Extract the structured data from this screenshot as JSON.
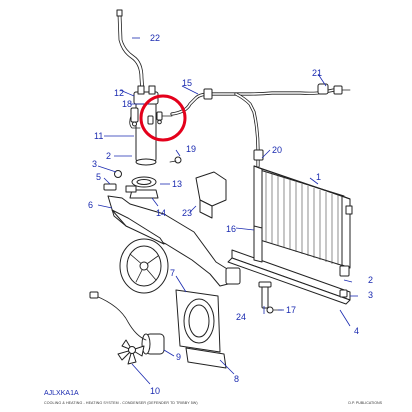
{
  "diagram": {
    "reference_code": "AJLXKA1A",
    "footer_caption": "COOLING & HEATING - HEATING SYSTEM - CONDENSER (DEFENDER TD TRIBBY 5W)",
    "publisher": "D.P. PUBLICATIONS",
    "callouts": [
      "1",
      "2",
      "3",
      "4",
      "5",
      "6",
      "7",
      "8",
      "9",
      "10",
      "11",
      "12",
      "13",
      "14",
      "15",
      "16",
      "17",
      "18",
      "19",
      "20",
      "21",
      "22",
      "23"
    ],
    "highlight_color": "#e4001b",
    "callout_color": "#1a2ab0"
  }
}
